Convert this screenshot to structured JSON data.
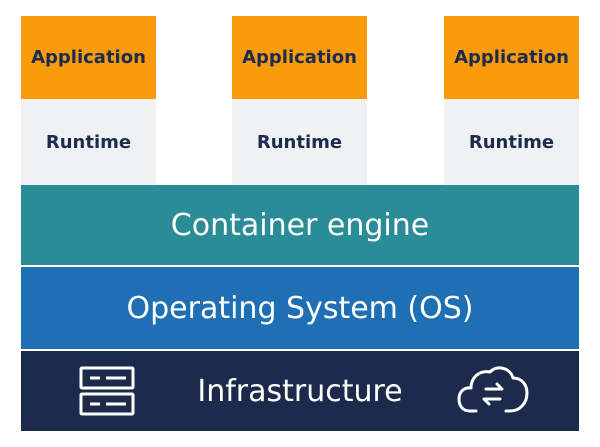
{
  "stacks": [
    {
      "application": "Application",
      "runtime": "Runtime"
    },
    {
      "application": "Application",
      "runtime": "Runtime"
    },
    {
      "application": "Application",
      "runtime": "Runtime"
    }
  ],
  "layers": {
    "container_engine": "Container engine",
    "operating_system": "Operating System (OS)",
    "infrastructure": "Infrastructure"
  },
  "icons": {
    "left": "server-icon",
    "right": "cloud-sync-icon"
  },
  "colors": {
    "application": "#f99b0d",
    "runtime": "#f0f1f2",
    "container_engine": "#2a8c97",
    "operating_system": "#1f6fb5",
    "infrastructure": "#1c2a4c",
    "dark_text": "#1c2c4c"
  }
}
